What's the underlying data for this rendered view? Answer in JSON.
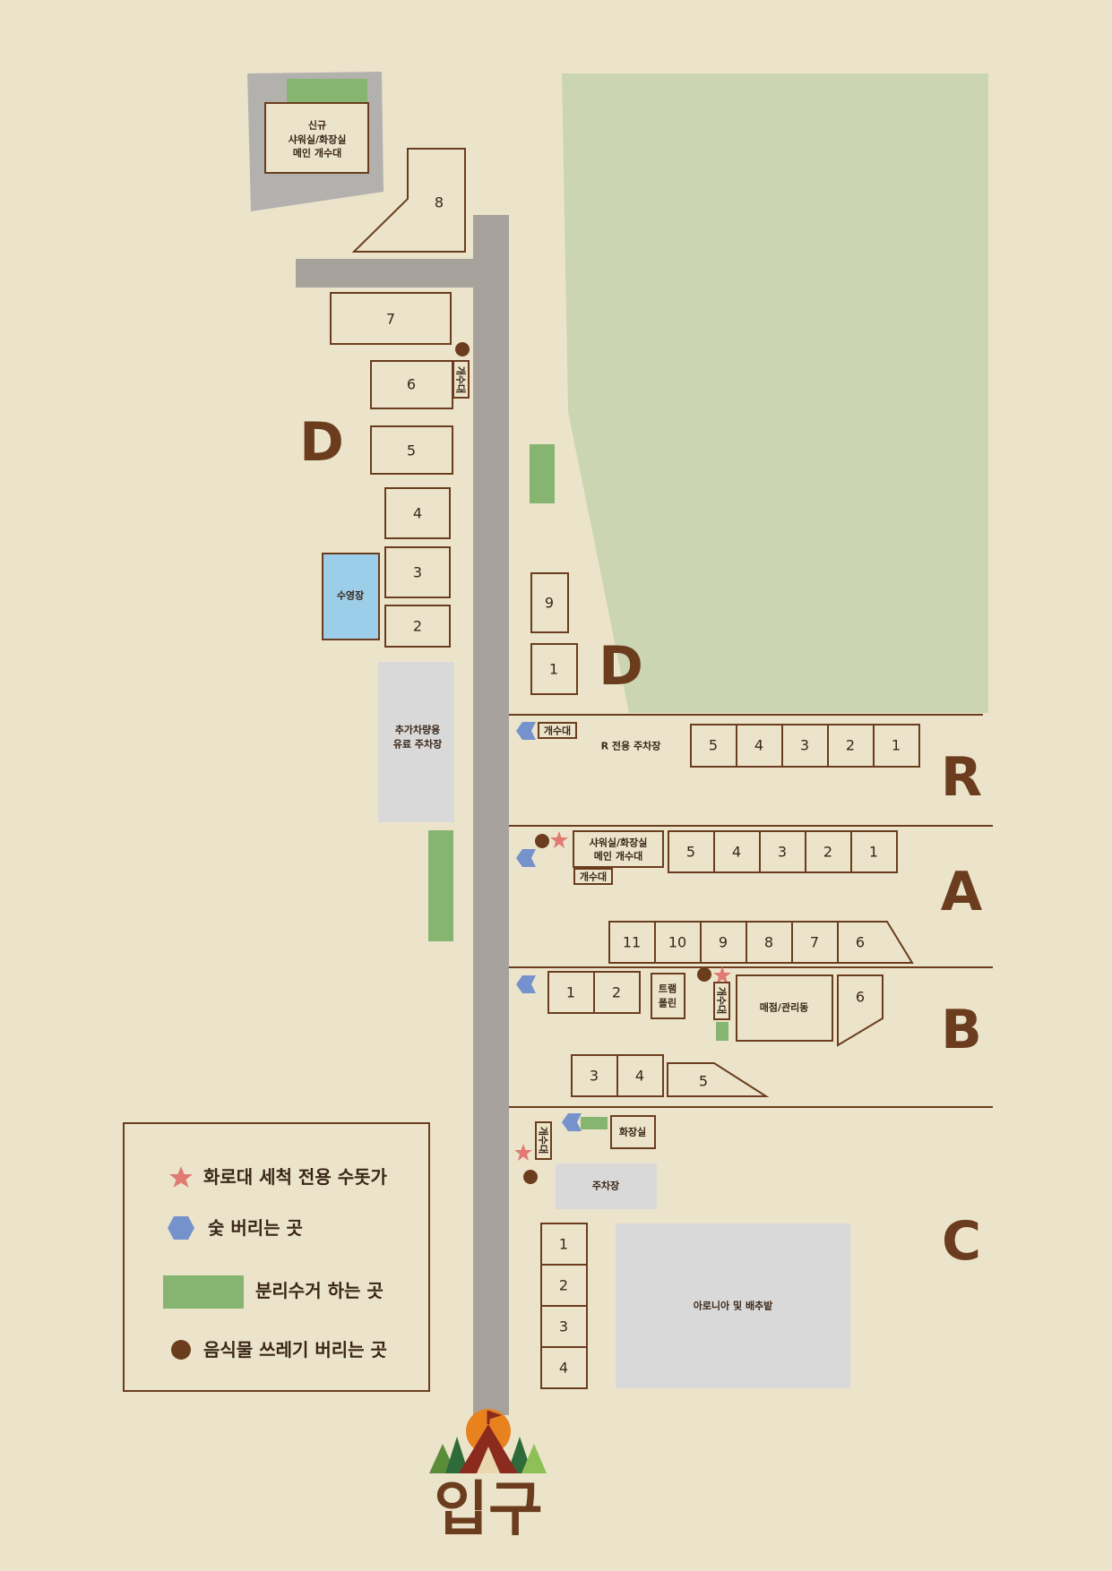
{
  "colors": {
    "background": "#ebe4cb",
    "road": "#a8a29c",
    "field": "#cbd5b1",
    "recycle": "#86b571",
    "site_border": "#6b3d1e",
    "pool": "#9ccde9",
    "parking": "#d9d9d9",
    "fire_star": "#e07a72",
    "charcoal_hex": "#7692cc",
    "food_dot": "#6b3d1e",
    "zone_letter": "#6b3d1e"
  },
  "zones": {
    "d": "D",
    "r": "R",
    "a": "A",
    "b": "B",
    "c": "C"
  },
  "facilities": {
    "new_building_l1": "신규",
    "new_building_l2": "샤워실/화장실",
    "new_building_l3": "메인 개수대",
    "sink": "개수대",
    "pool": "수영장",
    "paid_parking_l1": "추가차량용",
    "paid_parking_l2": "유료 주차장",
    "r_parking": "R 전용 주차장",
    "shower_l1": "샤워실/화장실",
    "shower_l2": "메인 개수대",
    "trampoline_l1": "트램",
    "trampoline_l2": "폴린",
    "store": "매점/관리동",
    "toilet": "화장실",
    "parking": "주차장",
    "aronia_field": "아로니아 및 배추밭"
  },
  "sites": {
    "d": [
      "8",
      "7",
      "6",
      "5",
      "4",
      "3",
      "2",
      "9",
      "1"
    ],
    "r": [
      "5",
      "4",
      "3",
      "2",
      "1"
    ],
    "a_top": [
      "5",
      "4",
      "3",
      "2",
      "1"
    ],
    "a_bottom": [
      "11",
      "10",
      "9",
      "8",
      "7",
      "6"
    ],
    "b_top": [
      "1",
      "2",
      "6"
    ],
    "b_bottom": [
      "3",
      "4",
      "5"
    ],
    "c": [
      "1",
      "2",
      "3",
      "4"
    ]
  },
  "legend": {
    "fire_pit_wash": "화로대 세척 전용 수돗가",
    "charcoal": "숯 버리는 곳",
    "recycling": "분리수거 하는 곳",
    "food_waste": "음식물 쓰레기 버리는 곳"
  },
  "entrance": {
    "label": "입구"
  }
}
